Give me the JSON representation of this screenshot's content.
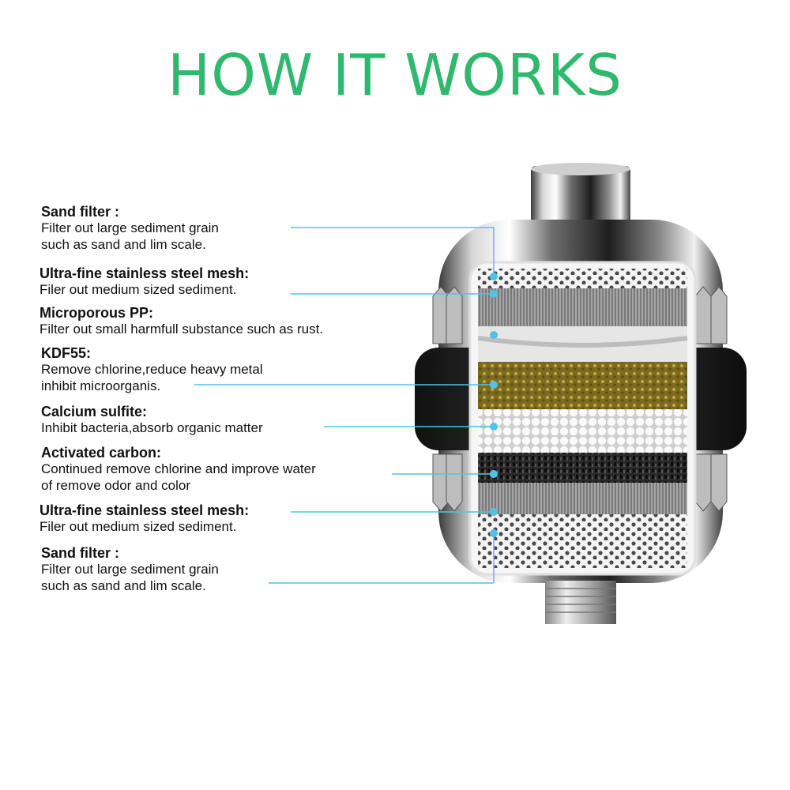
{
  "title": "HOW IT WORKS",
  "colors": {
    "title": "#2fb86e",
    "callout": "#4fc3e6"
  },
  "layers": [
    {
      "heading": "Sand filter  :",
      "lines": [
        "Filter out large sediment grain",
        "such as sand and lim scale."
      ]
    },
    {
      "heading": "Ultra-fine stainless steel mesh:",
      "lines": [
        "Filer out medium sized sediment."
      ]
    },
    {
      "heading": "Microporous PP:",
      "lines": [
        "Filter out small harmfull substance such as rust."
      ]
    },
    {
      "heading": "KDF55:",
      "lines": [
        "Remove chlorine,reduce heavy metal",
        "inhibit microorganis."
      ]
    },
    {
      "heading": "Calcium sulfite:",
      "lines": [
        "Inhibit bacteria,absorb organic matter"
      ]
    },
    {
      "heading": "Activated carbon:",
      "lines": [
        "Continued remove chlorine and improve water",
        "of remove odor and color"
      ]
    },
    {
      "heading": "Ultra-fine stainless steel mesh:",
      "lines": [
        "Filer out medium sized sediment."
      ]
    },
    {
      "heading": "Sand filter  :",
      "lines": [
        "Filter out large sediment grain",
        "such as sand and lim scale."
      ]
    }
  ]
}
